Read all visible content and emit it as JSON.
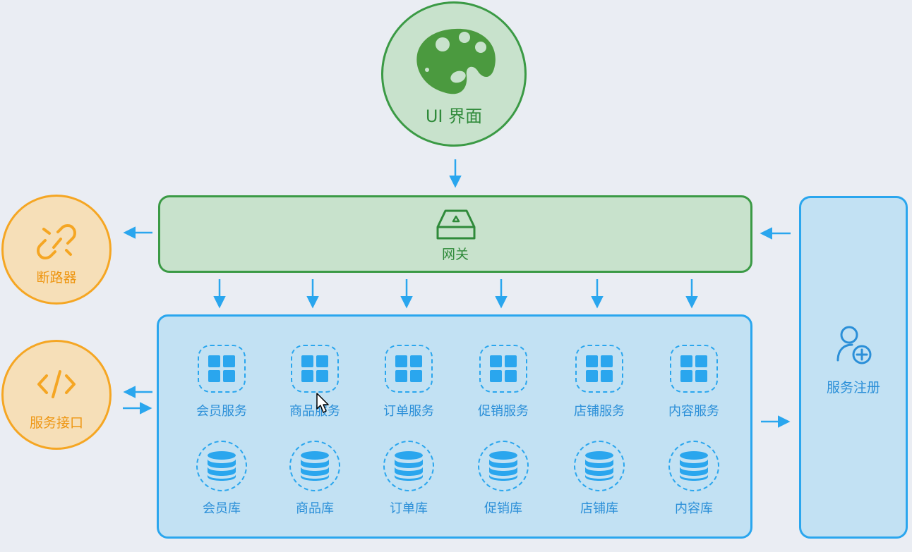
{
  "ui_node": {
    "label": "UI 界面",
    "icon": "palette-icon"
  },
  "gateway": {
    "label": "网关",
    "icon": "hard-drive-icon"
  },
  "circuit_breaker": {
    "label": "断路器",
    "icon": "broken-link-icon"
  },
  "service_api": {
    "label": "服务接口",
    "icon": "code-icon"
  },
  "service_registry": {
    "label": "服务注册",
    "icon": "user-add-icon"
  },
  "services": [
    {
      "name": "会员服务",
      "db": "会员库"
    },
    {
      "name": "商品服务",
      "db": "商品库"
    },
    {
      "name": "订单服务",
      "db": "订单库"
    },
    {
      "name": "促销服务",
      "db": "促销库"
    },
    {
      "name": "店铺服务",
      "db": "店铺库"
    },
    {
      "name": "内容服务",
      "db": "内容库"
    }
  ],
  "colors": {
    "green": "#3b9a45",
    "green_fill": "#c8e2cc",
    "orange": "#f5a623",
    "orange_fill": "#f6dfb8",
    "blue": "#2aa6ee",
    "blue_fill": "#c2e1f3",
    "background": "#eaedf3"
  }
}
